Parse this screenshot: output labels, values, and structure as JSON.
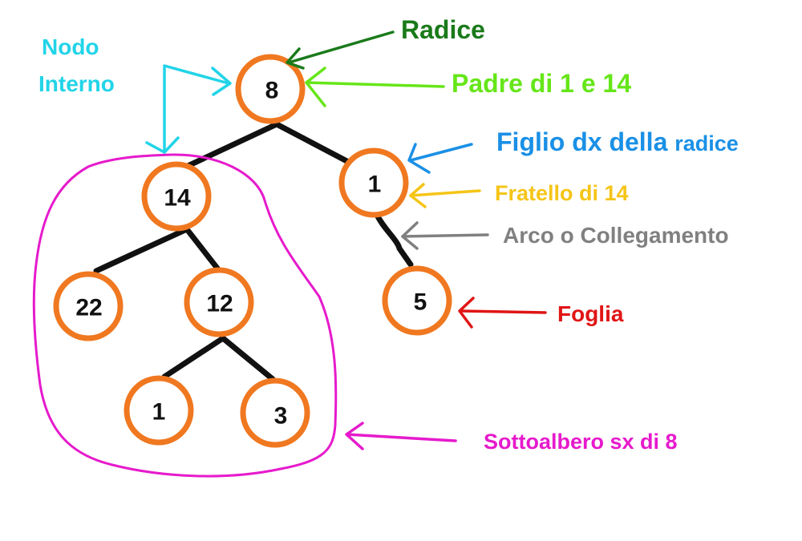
{
  "nodes": [
    {
      "id": "root",
      "label": "8"
    },
    {
      "id": "n14",
      "label": "14"
    },
    {
      "id": "n1",
      "label": "1"
    },
    {
      "id": "n22",
      "label": "22"
    },
    {
      "id": "n12",
      "label": "12"
    },
    {
      "id": "n5",
      "label": "5"
    },
    {
      "id": "n1b",
      "label": "1"
    },
    {
      "id": "n3",
      "label": "3"
    }
  ],
  "edges": [
    [
      "root",
      "n14"
    ],
    [
      "root",
      "n1"
    ],
    [
      "n14",
      "n22"
    ],
    [
      "n14",
      "n12"
    ],
    [
      "n1",
      "n5"
    ],
    [
      "n12",
      "n1b"
    ],
    [
      "n12",
      "n3"
    ]
  ],
  "annotations": {
    "radice": {
      "text": "Radice",
      "color": "#1a7a1a"
    },
    "nodo_interno_1": {
      "text": "Nodo",
      "color": "#22d4e8"
    },
    "nodo_interno_2": {
      "text": "Interno",
      "color": "#22d4e8"
    },
    "padre": {
      "text": "Padre di 1 e 14",
      "color": "#66e619"
    },
    "figlio_dx_1": {
      "text": "Figlio dx della",
      "color": "#1a90e6"
    },
    "figlio_dx_2": {
      "text": "radice",
      "color": "#1a90e6"
    },
    "fratello": {
      "text": "Fratello di 14",
      "color": "#f5c518"
    },
    "arco": {
      "text": "Arco o Collegamento",
      "color": "#808080"
    },
    "foglia": {
      "text": "Foglia",
      "color": "#e01515"
    },
    "sottoalbero": {
      "text": "Sottoalbero sx di 8",
      "color": "#e61acc"
    }
  },
  "colors": {
    "node_stroke": "#f07820",
    "edge": "#111111",
    "subtree_outline": "#e61acc"
  }
}
